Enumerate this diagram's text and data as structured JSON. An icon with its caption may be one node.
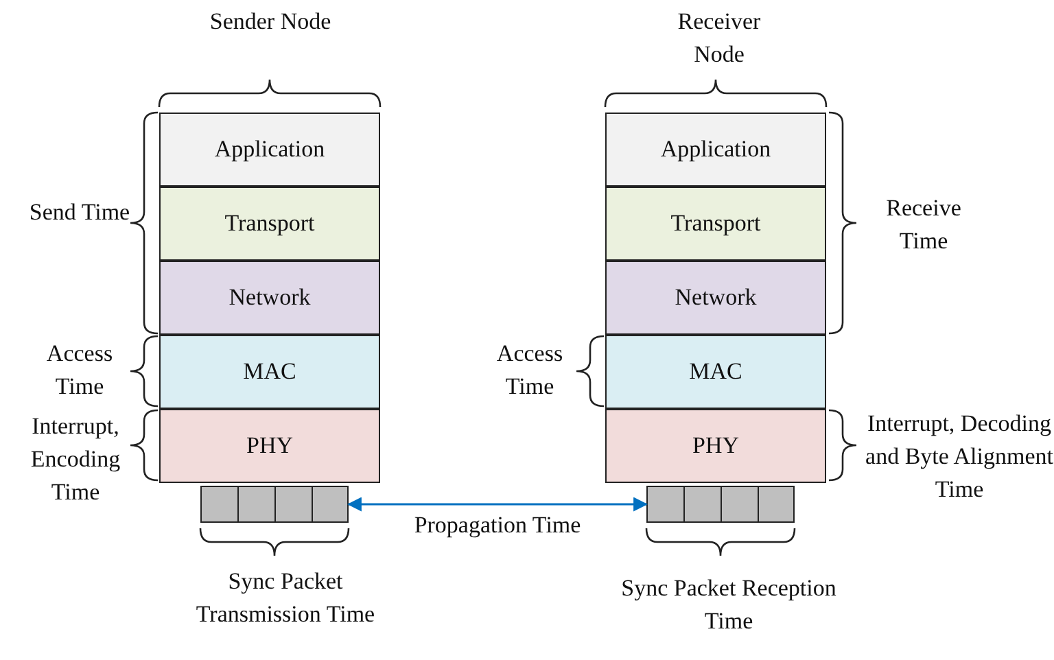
{
  "diagram": {
    "nodes": [
      {
        "text": [
          "Application"
        ]
      },
      {
        "text": [
          "Transport"
        ]
      },
      {
        "text": [
          "Network"
        ]
      },
      {
        "text": [
          "MAC"
        ]
      },
      {
        "text": [
          "PHY"
        ]
      },
      {
        "text": [],
        "shape": "box"
      },
      {
        "text": [
          "Application"
        ]
      },
      {
        "text": [
          "Transport"
        ]
      },
      {
        "text": [
          "Network"
        ]
      },
      {
        "text": [
          "MAC"
        ]
      },
      {
        "text": [
          "PHY"
        ]
      },
      {
        "text": [],
        "shape": "box"
      }
    ],
    "edges": [
      {
        "from": 5,
        "to": 11,
        "arrow": "both",
        "label": "Propagation Time",
        "color": "#0070c0"
      }
    ],
    "labels": [
      "Sender Node",
      "Send Time",
      "Access Time",
      "Interrupt, Encoding Time",
      "Sync Packet Transmission Time",
      "Receiver Node",
      "Receive Time",
      "Access Time",
      "Interrupt, Decoding and Byte Alignment Time",
      "Sync Packet Reception Time"
    ]
  }
}
